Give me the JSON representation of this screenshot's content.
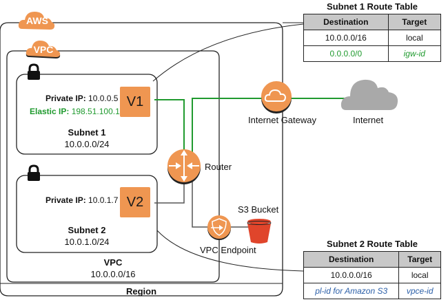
{
  "aws_tag": "AWS",
  "vpc_tag": "VPC",
  "subnet1": {
    "private_ip_label": "Private IP:",
    "private_ip": "10.0.0.5",
    "elastic_ip_label": "Elastic IP:",
    "elastic_ip": "198.51.100.1",
    "instance": "V1",
    "name": "Subnet 1",
    "cidr": "10.0.0.0/24"
  },
  "subnet2": {
    "private_ip_label": "Private IP:",
    "private_ip": "10.0.1.7",
    "instance": "V2",
    "name": "Subnet 2",
    "cidr": "10.0.1.0/24"
  },
  "vpc": {
    "name": "VPC",
    "cidr": "10.0.0.0/16"
  },
  "region": "Region",
  "router": "Router",
  "internet_gateway": "Internet Gateway",
  "internet": "Internet",
  "s3_bucket": "S3 Bucket",
  "vpc_endpoint": "VPC Endpoint",
  "route_table_1": {
    "title": "Subnet 1 Route Table",
    "headers": [
      "Destination",
      "Target"
    ],
    "rows": [
      {
        "destination": "10.0.0.0/16",
        "target": "local"
      },
      {
        "destination": "0.0.0.0/0",
        "target": "igw-id"
      }
    ]
  },
  "route_table_2": {
    "title": "Subnet 2 Route Table",
    "headers": [
      "Destination",
      "Target"
    ],
    "rows": [
      {
        "destination": "10.0.0.0/16",
        "target": "local"
      },
      {
        "destination": "pl-id for Amazon S3",
        "target": "vpce-id"
      }
    ]
  },
  "colors": {
    "aws_orange": "#ef9651",
    "route_green": "#1f9a2e",
    "s3_red": "#e0452b",
    "cloud_gray": "#a9a9a9",
    "italic_blue": "#2b5fa8"
  }
}
